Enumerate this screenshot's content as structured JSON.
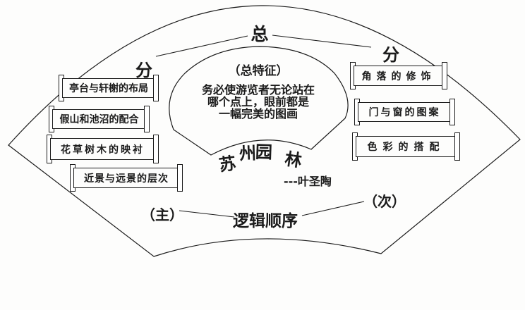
{
  "canvas": {
    "background": "#fdfdfc",
    "ink": "#1b1b1b"
  },
  "top": {
    "root_label": "总",
    "left_branch_label": "分",
    "right_branch_label": "分"
  },
  "center": {
    "heading": "（总特征）",
    "line1": "务必使游览者无论站在",
    "line2": "哪个点上，眼前都是",
    "line3": "一幅完美的图画",
    "title_chars": [
      "苏",
      "州",
      "园",
      "林"
    ],
    "author": "---叶圣陶"
  },
  "left_scrolls": [
    {
      "label": "亭台与轩榭的布局"
    },
    {
      "label": "假山和池沼的配合"
    },
    {
      "label": "花草树木的映衬"
    },
    {
      "label": "近景与远景的层次"
    }
  ],
  "right_scrolls": [
    {
      "label": "角落的修饰"
    },
    {
      "label": "门与窗的图案"
    },
    {
      "label": "色彩的搭配"
    }
  ],
  "bottom": {
    "left_label": "（主）",
    "center_label": "逻辑顺序",
    "right_label": "（次）"
  }
}
